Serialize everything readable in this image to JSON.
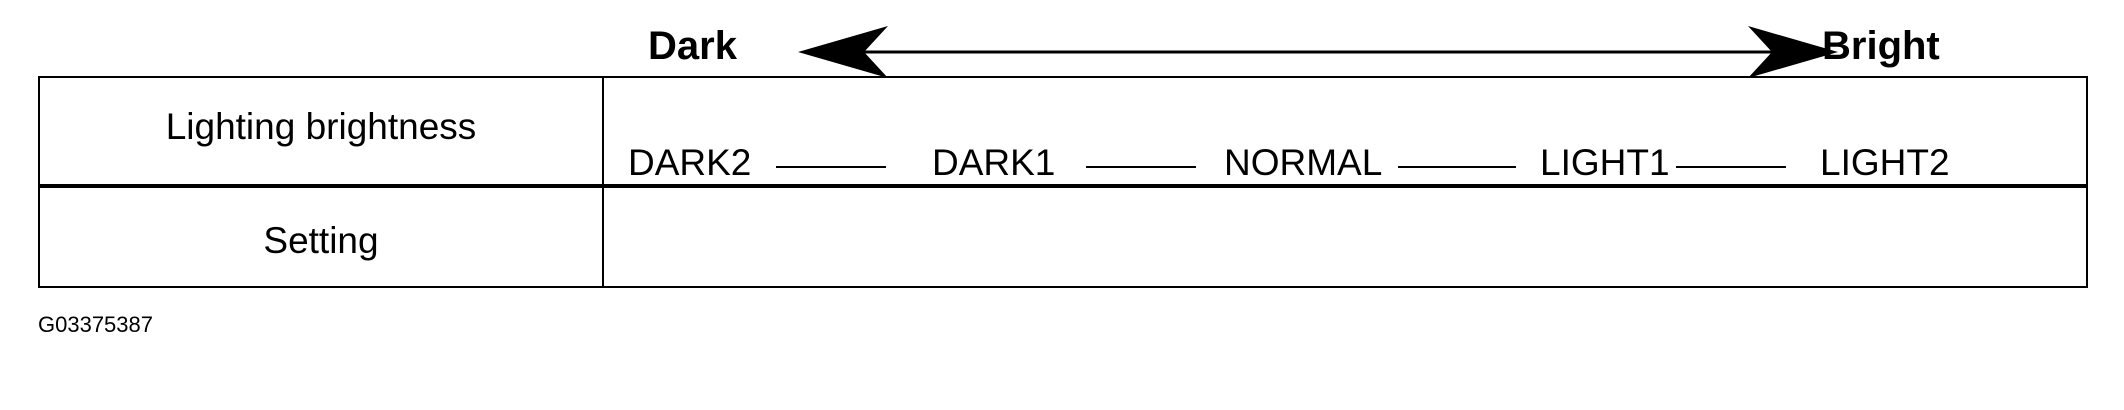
{
  "table": {
    "row1_label": "Lighting brightness",
    "row2_label": "Setting",
    "scale": {
      "left_label": "Dark",
      "right_label": "Bright"
    },
    "settings": [
      "DARK2",
      "DARK1",
      "NORMAL",
      "LIGHT1",
      "LIGHT2"
    ]
  },
  "figure_id": "G03375387"
}
